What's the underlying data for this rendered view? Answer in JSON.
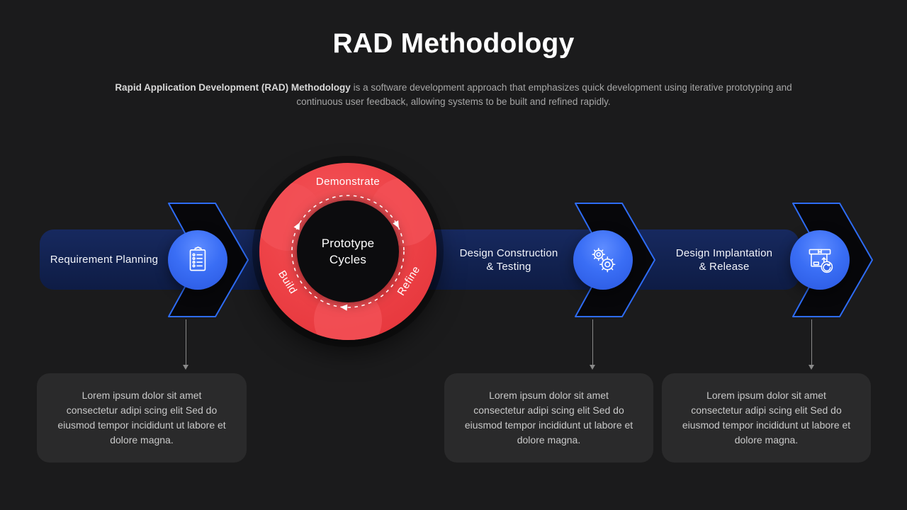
{
  "header": {
    "title": "RAD Methodology",
    "intro_bold": "Rapid Application Development (RAD) Methodology",
    "intro_text": " is a software development approach that emphasizes quick development using iterative prototyping and continuous user feedback, allowing systems to be built and refined rapidly."
  },
  "cycle": {
    "center_line1": "Prototype",
    "center_line2": "Cycles",
    "phase_top": "Demonstrate",
    "phase_left": "Build",
    "phase_right": "Refine"
  },
  "steps": [
    {
      "label_line1": "Requirement Planning",
      "label_line2": "",
      "icon": "clipboard-checklist-icon",
      "description": "Lorem ipsum dolor sit amet consectetur adipi scing elit Sed do eiusmod tempor incididunt ut labore et dolore magna."
    },
    {
      "label_line1": "Design Construction",
      "label_line2": "& Testing",
      "icon": "gears-icon",
      "description": "Lorem ipsum dolor sit amet consectetur adipi scing elit Sed do eiusmod tempor incididunt ut labore et dolore magna."
    },
    {
      "label_line1": "Design Implantation",
      "label_line2": "& Release",
      "icon": "package-release-icon",
      "description": "Lorem ipsum dolor sit amet consectetur adipi scing elit Sed do eiusmod tempor incididunt ut labore et dolore magna."
    }
  ],
  "colors": {
    "background": "#1b1b1c",
    "band_navy": "#122250",
    "accent_blue": "#2e6cf5",
    "badge_blue": "#3a6ef5",
    "accent_red": "#ee4348",
    "card_gray": "#2a2a2b",
    "text_white": "#ffffff",
    "text_gray": "#c9c9c9"
  }
}
